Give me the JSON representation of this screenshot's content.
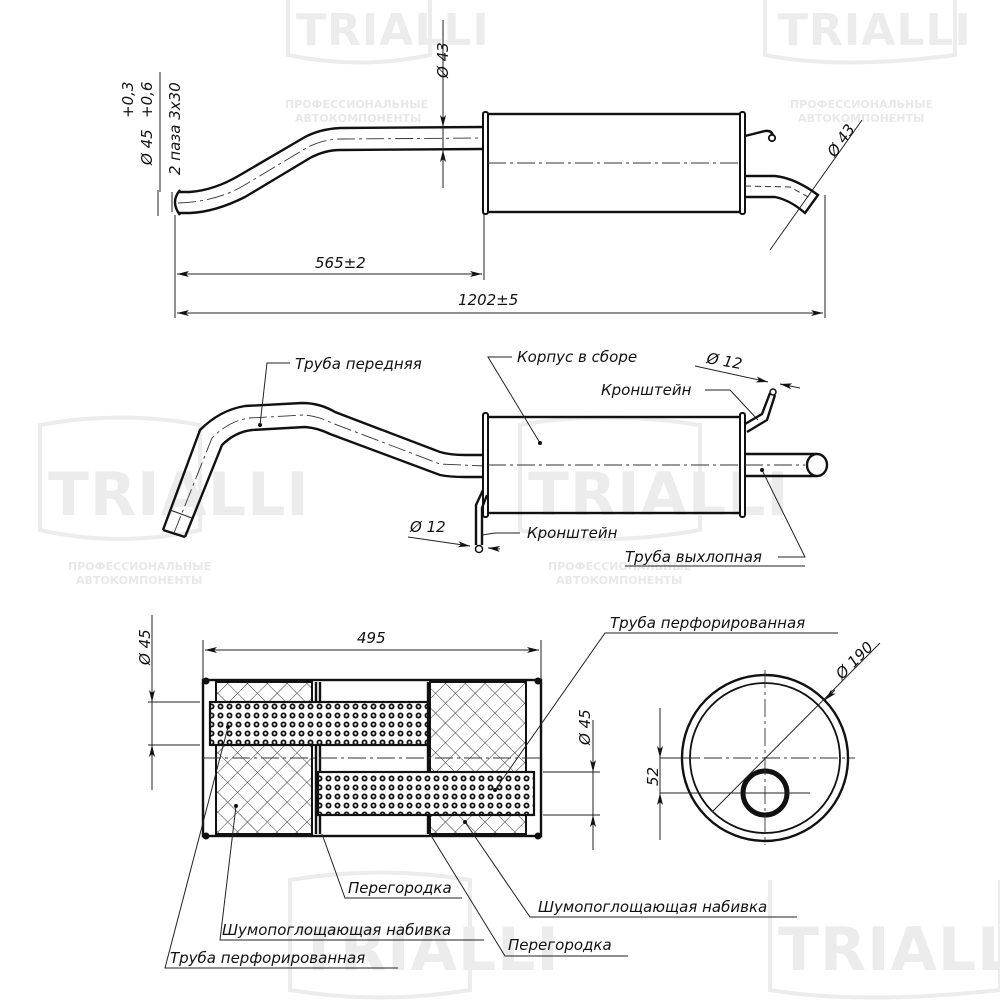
{
  "drawing": {
    "brand_watermark": "TRIALLI",
    "watermark_subtitle_line1": "ПРОФЕССИОНАЛЬНЫЕ",
    "watermark_subtitle_line2": "АВТОКОМПОНЕНТЫ",
    "top_view": {
      "inlet_spec_diameter": "Ø 45",
      "inlet_tolerance_upper": "+0,3",
      "inlet_tolerance_lower": "+0,6",
      "inlet_slots": "2 паза 3x30",
      "front_pipe_diameter": "Ø 43",
      "outlet_diameter": "Ø 43",
      "dim_to_body": "565±2",
      "overall_length": "1202±5"
    },
    "assembly_view": {
      "labels": {
        "front_pipe": "Труба передняя",
        "body_assembly": "Корпус в сборе",
        "bracket_top": "Кронштейн",
        "bracket_bottom": "Кронштейн",
        "exhaust_pipe": "Труба выхлопная"
      },
      "bracket_top_diameter": "Ø 12",
      "bracket_bottom_diameter": "Ø 12"
    },
    "section_view": {
      "body_length": "495",
      "inlet_pipe_diameter": "Ø 45",
      "outlet_pipe_diameter": "Ø 45",
      "labels": {
        "perforated_pipe_right": "Труба перфорированная",
        "partition_1": "Перегородка",
        "sound_absorbing_right": "Шумопоглощающая набивка",
        "sound_absorbing_left": "Шумопоглощающая набивка",
        "partition_2": "Перегородка",
        "perforated_pipe_left": "Труба перфорированная"
      }
    },
    "end_view": {
      "body_diameter": "Ø 190",
      "pipe_offset": "52"
    }
  }
}
